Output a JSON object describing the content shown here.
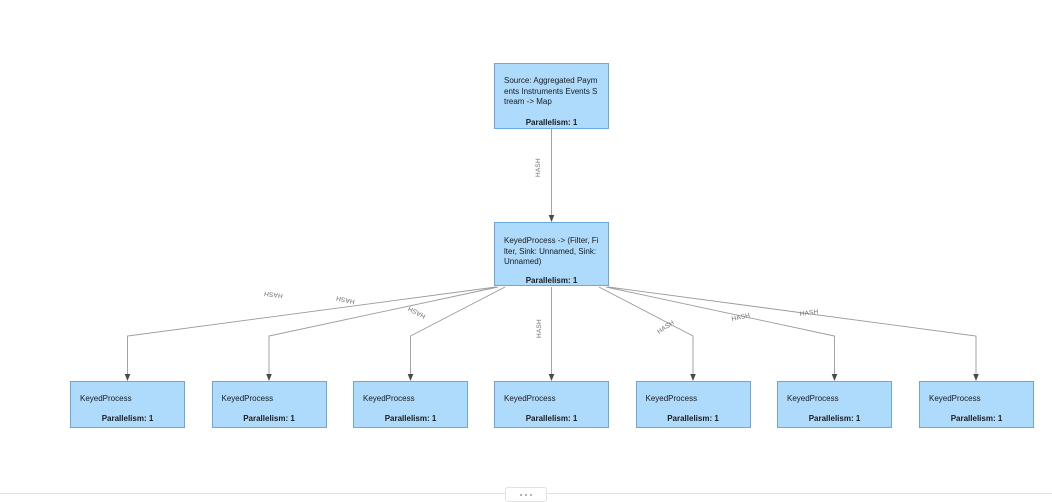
{
  "graph": {
    "source_node": {
      "title": "Source: Aggregated Payments Instruments Events Stream -> Map",
      "parallelism": "Parallelism: 1"
    },
    "keyed_process_node": {
      "title": "KeyedProcess -> (Filter, Filter, Sink: Unnamed, Sink: Unnamed)",
      "parallelism": "Parallelism: 1"
    },
    "leaf_nodes": [
      {
        "title": "KeyedProcess",
        "parallelism": "Parallelism: 1"
      },
      {
        "title": "KeyedProcess",
        "parallelism": "Parallelism: 1"
      },
      {
        "title": "KeyedProcess",
        "parallelism": "Parallelism: 1"
      },
      {
        "title": "KeyedProcess",
        "parallelism": "Parallelism: 1"
      },
      {
        "title": "KeyedProcess",
        "parallelism": "Parallelism: 1"
      },
      {
        "title": "KeyedProcess",
        "parallelism": "Parallelism: 1"
      },
      {
        "title": "KeyedProcess",
        "parallelism": "Parallelism: 1"
      }
    ],
    "edge_labels": {
      "source_to_keyed": "HASH",
      "fanout": [
        "HASH",
        "HASH",
        "HASH",
        "HASH",
        "HASH",
        "HASH",
        "HASH"
      ]
    },
    "colors": {
      "node_fill": "#aedafc",
      "node_border": "#6aa9e0",
      "edge_stroke": "#9a9a9a",
      "edge_label": "#6e6e6e",
      "canvas_background": "#ffffff"
    }
  },
  "splitter": {
    "handle_icon": "drag-dots-icon"
  }
}
